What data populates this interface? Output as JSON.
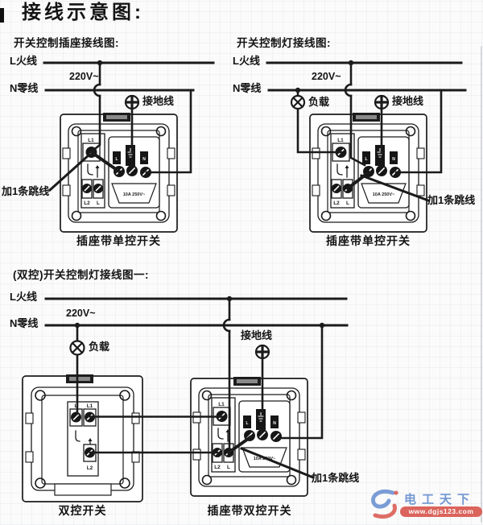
{
  "page": {
    "title": "接线示意图:"
  },
  "shared_labels": {
    "live_wire": "L火线",
    "neutral_wire": "N零线",
    "voltage": "220V~",
    "ground_wire": "接地线",
    "load": "负载",
    "add_jumper": "加1条跳线"
  },
  "diagrams": {
    "switch_controls_socket": {
      "title": "开关控制插座接线图:",
      "caption": "插座带单控开关"
    },
    "switch_controls_light": {
      "title": "开关控制灯接线图:",
      "caption": "插座带单控开关"
    },
    "dual_control": {
      "title": "(双控)开关控制灯接线图一:",
      "caption_left": "双控开关",
      "caption_right": "插座带双控开关"
    }
  },
  "device": {
    "switch_top_terminal": "L1",
    "switch_bottom_left_terminal": "L2",
    "switch_bottom_right_terminal": "L",
    "dual_top_left_terminal": "L",
    "dual_top_right_terminal": "L1",
    "dual_bottom_terminal": "L2",
    "socket_left_terminal": "L",
    "socket_right_terminal": "N",
    "socket_rating": "10A 250V~"
  },
  "watermark": {
    "brand": "电工天下",
    "url": "www.dgjs123.com"
  },
  "colors": {
    "wire": "#1b1b1b",
    "watermark_blue": "#5b85cc",
    "watermark_red": "#d64a41"
  }
}
